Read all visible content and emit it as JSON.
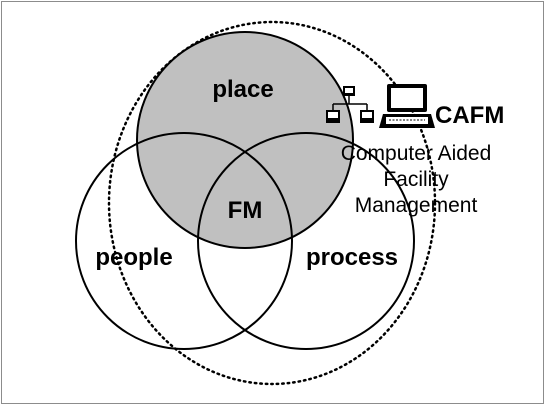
{
  "diagram": {
    "circles": {
      "place": "place",
      "people": "people",
      "process": "process",
      "center": "FM"
    },
    "cafm": {
      "acronym": "CAFM",
      "line1": "Computer Aided",
      "line2": "Facility",
      "line3": "Management"
    },
    "icons": [
      "network-icon",
      "computer-icon"
    ],
    "colors": {
      "place_fill": "#c0c0c0",
      "stroke": "#000000",
      "background": "#ffffff",
      "frame": "#8c8c8c"
    }
  }
}
